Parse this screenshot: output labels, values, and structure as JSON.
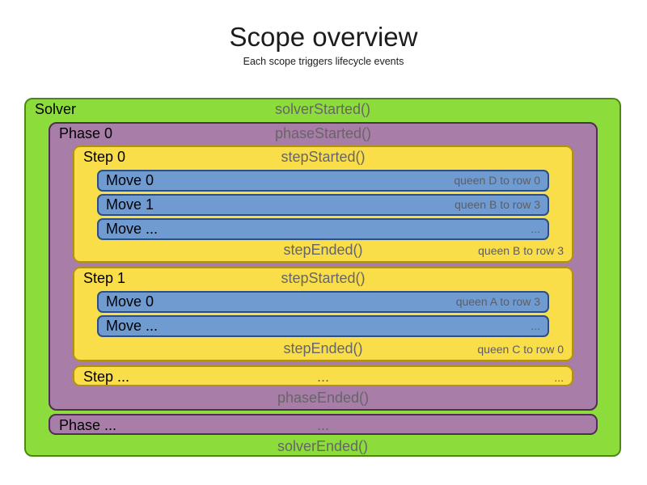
{
  "title": "Scope overview",
  "subtitle": "Each scope triggers lifecycle events",
  "colors": {
    "green": "#8cdc3c",
    "green_border": "#4a8a10",
    "purple": "#a87da8",
    "purple_border": "#502d52",
    "yellow": "#f9dd49",
    "yellow_border": "#b29310",
    "blue": "#6f9bd1",
    "blue_border": "#2d4e7e",
    "event_text": "#666666",
    "detail_text": "#5e5e62"
  },
  "solver": {
    "label": "Solver",
    "started": "solverStarted()",
    "ended": "solverEnded()",
    "phase0": {
      "label": "Phase 0",
      "started": "phaseStarted()",
      "ended": "phaseEnded()",
      "steps": [
        {
          "label": "Step 0",
          "started": "stepStarted()",
          "moves": [
            {
              "label": "Move 0",
              "detail": "queen D to row 0"
            },
            {
              "label": "Move 1",
              "detail": "queen B to row 3"
            },
            {
              "label": "Move ...",
              "detail": "..."
            }
          ],
          "ended": "stepEnded()",
          "ended_detail": "queen B to row 3"
        },
        {
          "label": "Step 1",
          "started": "stepStarted()",
          "moves": [
            {
              "label": "Move 0",
              "detail": "queen A to row 3"
            },
            {
              "label": "Move ...",
              "detail": "..."
            }
          ],
          "ended": "stepEnded()",
          "ended_detail": "queen C to row 0"
        }
      ],
      "step_more": {
        "label": "Step ...",
        "center": "...",
        "right": "..."
      }
    },
    "phase_more": {
      "label": "Phase ...",
      "center": "..."
    }
  }
}
